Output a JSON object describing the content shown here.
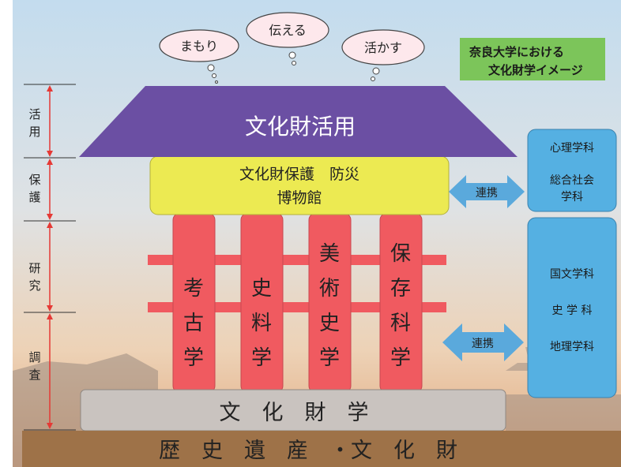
{
  "thoughts": [
    "まもり",
    "伝える",
    "活かす"
  ],
  "title": [
    "奈良大学における",
    "文化財学イメージ"
  ],
  "left_labels": {
    "katsuyo": [
      "活",
      "用"
    ],
    "hogo": [
      "保",
      "護"
    ],
    "kenkyu": [
      "研",
      "究"
    ],
    "chosa": [
      "調",
      "査"
    ]
  },
  "roof": "文化財活用",
  "beam": [
    "文化財保護　防災",
    "博物館"
  ],
  "pillars": [
    {
      "chars": [
        "考",
        "古",
        "学"
      ]
    },
    {
      "chars": [
        "史",
        "料",
        "学"
      ]
    },
    {
      "chars": [
        "美",
        "術",
        "史",
        "学"
      ]
    },
    {
      "chars": [
        "保",
        "存",
        "科",
        "学"
      ]
    }
  ],
  "base": "文　化　財　学",
  "foundation": "歴　史　遺　産　・文　化　財",
  "link_label": "連携",
  "dept_top": [
    "心理学科",
    "総合社会",
    "学科"
  ],
  "dept_bottom": [
    "国文学科",
    "史 学 科",
    "地理学科"
  ],
  "colors": {
    "roof": "#6b4fa3",
    "beam": "#ecea52",
    "pillar": "#f05a60",
    "base": "#c9c3bf",
    "foundation": "#9e7248",
    "dept_box": "#55b0e2",
    "arrow": "#5aa9dc",
    "title_box": "#7cc55a",
    "guide": "#e53935"
  }
}
